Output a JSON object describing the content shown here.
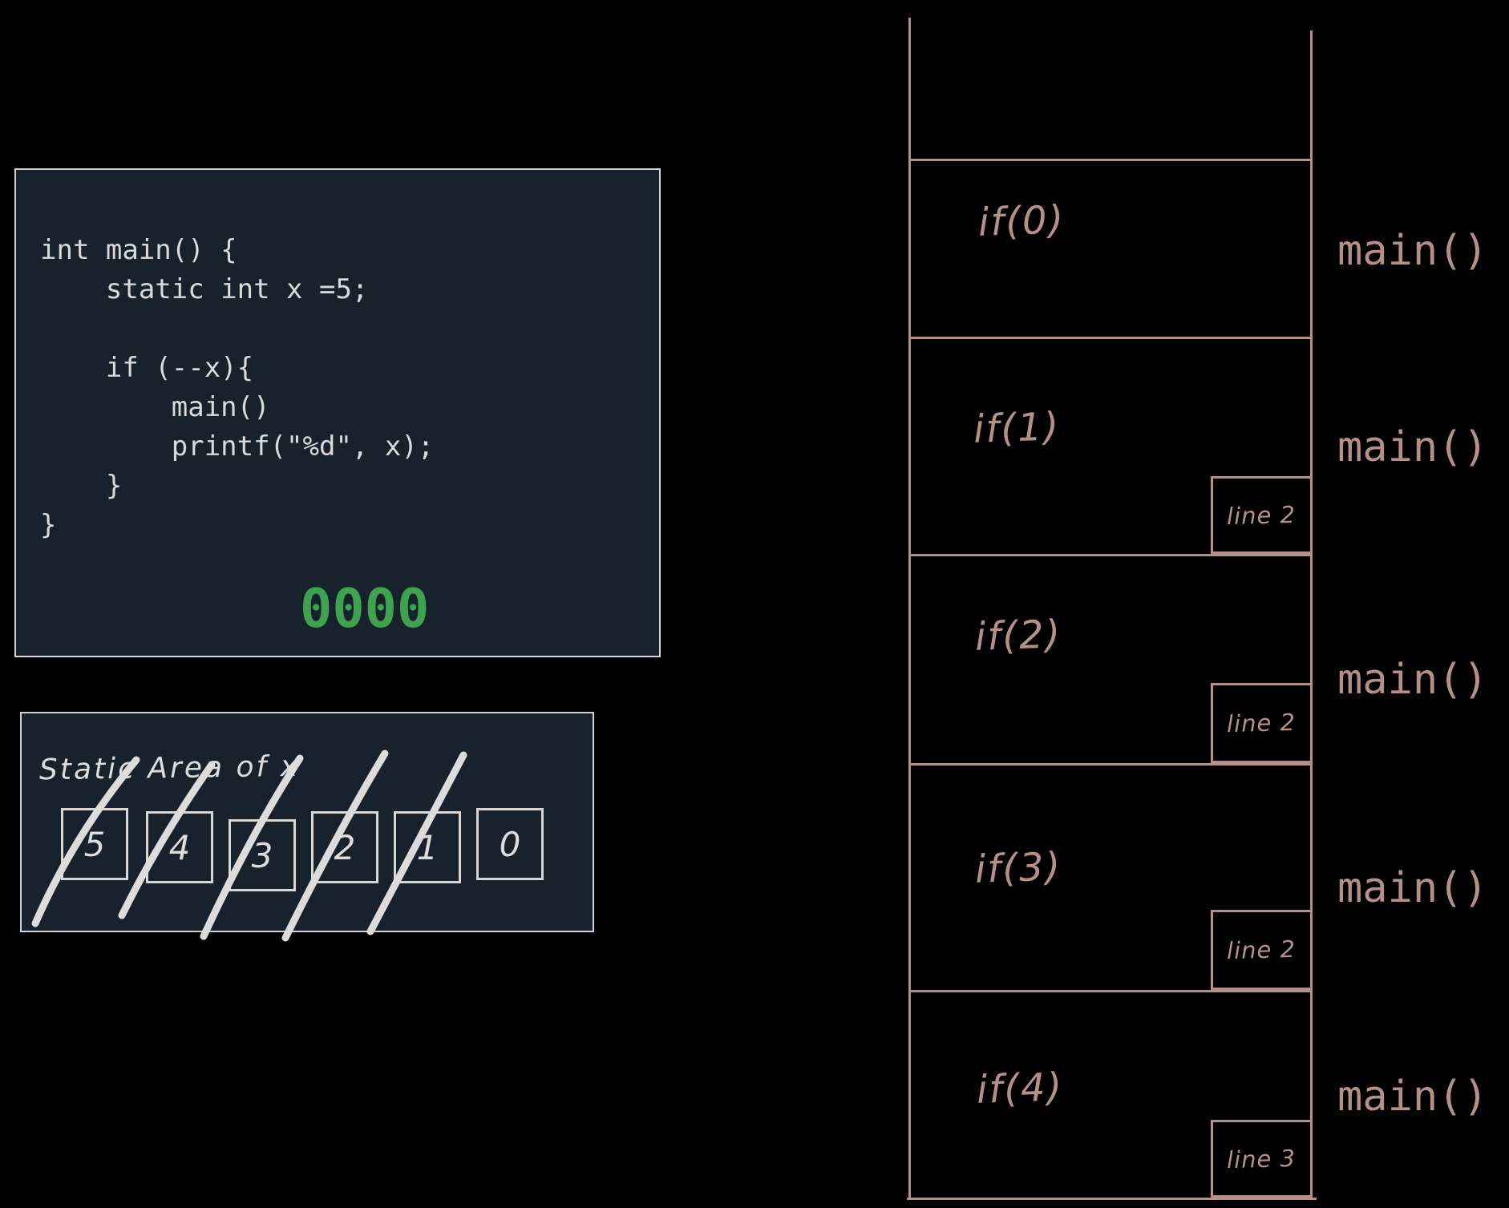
{
  "code_panel": {
    "lines": [
      "int main() {",
      "    static int x =5;",
      "",
      "    if (--x){",
      "        main()",
      "        printf(\"%d\", x);",
      "    }",
      "}"
    ],
    "output": "0000",
    "output_color": "#3fa24e"
  },
  "static_panel": {
    "title": "Static Area of x",
    "cells": [
      {
        "value": "5",
        "crossed": true
      },
      {
        "value": "4",
        "crossed": true
      },
      {
        "value": "3",
        "crossed": true
      },
      {
        "value": "2",
        "crossed": true
      },
      {
        "value": "1",
        "crossed": true
      },
      {
        "value": "0",
        "crossed": false
      }
    ]
  },
  "stack": {
    "frames": [
      {
        "label": "if(0)",
        "caller": "main()",
        "line_tag": null
      },
      {
        "label": "if(1)",
        "caller": "main()",
        "line_tag": "line 2"
      },
      {
        "label": "if(2)",
        "caller": "main()",
        "line_tag": "line 2"
      },
      {
        "label": "if(3)",
        "caller": "main()",
        "line_tag": "line 2"
      },
      {
        "label": "if(4)",
        "caller": "main()",
        "line_tag": "line 3"
      }
    ]
  },
  "colors": {
    "background": "#000000",
    "panel_background": "#17222d",
    "panel_border": "#d2d5d6",
    "code_text": "#d8dadb",
    "output_green": "#3fa24e",
    "hand_stroke": "#dcdcdc",
    "stack_accent": "#b39188"
  }
}
